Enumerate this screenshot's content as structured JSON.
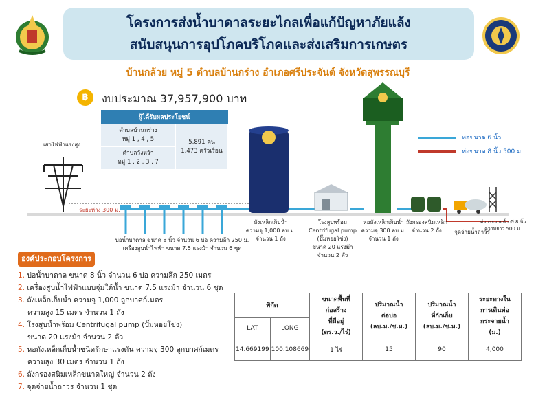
{
  "header": {
    "title_line1": "โครงการส่งน้ำบาดาลระยะไกลเพื่อแก้ปัญหาภัยแล้ง",
    "title_line2": "สนับสนุนการอุปโภคบริโภคและส่งเสริมการเกษตร",
    "subtitle": "บ้านกล้วย หมู่ 5 ตำบลบ้านกร่าง อำเภอศรีประจันต์ จังหวัดสุพรรณบุรี"
  },
  "budget": {
    "icon": "money-coin-icon",
    "icon_glyph": "฿",
    "text": "งบประมาณ 37,957,900 บาท"
  },
  "beneficiaries": {
    "header": "ผู้ได้รับผลประโยชน์",
    "rows": [
      {
        "place": "ตำบลบ้านกร่าง",
        "villages": "หมู่ 1 , 4 , 5"
      },
      {
        "place": "ตำบลวังหว้า",
        "villages": "หมู่ 1 , 2 , 3 , 7"
      }
    ],
    "people": "5,891 คน",
    "households": "1,473 ครัวเรือน"
  },
  "legend": {
    "pipe6": "ท่อขนาด 6 นิ้ว",
    "pipe8": "ท่อขนาด 8 นิ้ว 500 ม.",
    "pipe6_color": "#3aa7d8",
    "pipe8_color": "#c0392b"
  },
  "diagram": {
    "power_pole": "เสาไฟฟ้าแรงสูง",
    "distance_300": "ระยะห่าง 300 ม.",
    "wells_line1": "บ่อน้ำบาดาล ขนาด 8 นิ้ว จำนวน 6 บ่อ ความลึก 250 ม.",
    "wells_line2": "เครื่องสูบน้ำไฟฟ้า ขนาด 7.5 แรงม้า จำนวน 6 ชุด",
    "steel_tank": [
      "ถังเหล็กเก็บน้ำ",
      "ความจุ 1,000 ลบ.ม.",
      "จำนวน 1 ถัง"
    ],
    "pump_house": [
      "โรงสูบพร้อม",
      "Centrifugal pump",
      "(ปั๊มหอยโข่ง)",
      "ขนาด 20 แรงม้า",
      "จำนวน 2 ตัว"
    ],
    "water_tower": [
      "หอถังเหล็กเก็บน้ำ",
      "ความจุ 300 ลบ.ม.",
      "จำนวน 1 ถัง"
    ],
    "filter_tanks": [
      "ถังกรองสนิมเหล็ก",
      "จำนวน 2 ถัง"
    ],
    "distribution": "จุดจ่ายน้ำถาวร",
    "pipe_note": [
      "ท่อกระจายน้ำ Ø 8 นิ้ว",
      "ความยาว 500 ม."
    ]
  },
  "components": {
    "heading": "องค์ประกอบโครงการ",
    "items": [
      {
        "num": "1.",
        "text": "บ่อน้ำบาดาล ขนาด 8 นิ้ว จำนวน 6 บ่อ ความลึก 250 เมตร"
      },
      {
        "num": "2.",
        "text": "เครื่องสูบน้ำไฟฟ้าแบบจุ่มใต้น้ำ ขนาด 7.5 แรงม้า จำนวน 6 ชุด"
      },
      {
        "num": "3.",
        "text": "ถังเหล็กเก็บน้ำ ความจุ 1,000 ลูกบาศก์เมตร"
      },
      {
        "num": "",
        "text": "ความสูง 15 เมตร จำนวน 1 ถัง"
      },
      {
        "num": "4.",
        "text": "โรงสูบน้ำพร้อม Centrifugal pump (ปั๊มหอยโข่ง)"
      },
      {
        "num": "",
        "text": "ขนาด 20 แรงม้า จำนวน 2 ตัว"
      },
      {
        "num": "5.",
        "text": "หอถังเหล็กเก็บน้ำชนิดรักษาแรงดัน ความจุ 300 ลูกบาศก์เมตร"
      },
      {
        "num": "",
        "text": "ความสูง 30 เมตร จำนวน 1 ถัง"
      },
      {
        "num": "6.",
        "text": "ถังกรองสนิมเหล็กขนาดใหญ่ จำนวน 2 ถัง"
      },
      {
        "num": "7.",
        "text": "จุดจ่ายน้ำถาวร จำนวน 1 ชุด"
      }
    ]
  },
  "info_table": {
    "coord_header": "พิกัด",
    "lat_header": "LAT",
    "long_header": "LONG",
    "area_header": [
      "ขนาดพื้นที่",
      "ก่อสร้าง",
      "ที่มีอยู่",
      "(ตร.ว./ไร่)"
    ],
    "yield_header": [
      "ปริมาณน้ำ",
      "ต่อบ่อ",
      "(ลบ.ม./ช.ม.)"
    ],
    "storage_header": [
      "ปริมาณน้ำ",
      "ที่กักเก็บ",
      "(ลบ.ม./ช.ม.)"
    ],
    "distance_header": [
      "ระยะทางใน",
      "การเดินท่อ",
      "กระจายน้ำ",
      "(ม.)"
    ],
    "row": {
      "lat": "14.669199",
      "long": "100.108669",
      "area": "1 ไร่",
      "yield": "15",
      "storage": "90",
      "distance": "4,000"
    }
  }
}
